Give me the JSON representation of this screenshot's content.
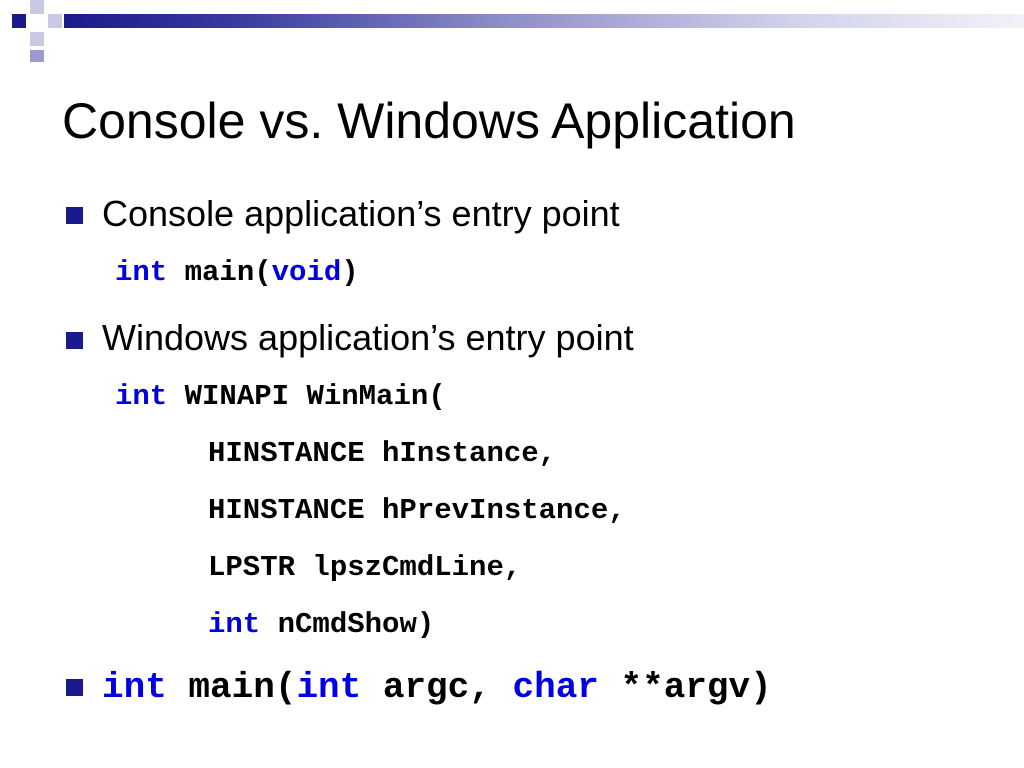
{
  "colors": {
    "accent": "#1a1a8c",
    "keyword": "#0000e0",
    "text": "#000000"
  },
  "slide": {
    "title": "Console vs. Windows Application",
    "bullet1": {
      "text": "Console application’s entry point",
      "code": {
        "kw_int": "int",
        "t1": " main(",
        "kw_void": "void",
        "t2": ")"
      }
    },
    "bullet2": {
      "text": "Windows application’s entry point",
      "code": {
        "line1_kw": "int",
        "line1_rest": " WINAPI WinMain(",
        "line2": "HINSTANCE hInstance,",
        "line3": "HINSTANCE hPrevInstance,",
        "line4": "LPSTR lpszCmdLine,",
        "line5_kw": "int",
        "line5_rest": " nCmdShow)"
      }
    },
    "bullet3": {
      "kw_int1": "int",
      "t1": " main(",
      "kw_int2": "int",
      "t2": " argc, ",
      "kw_char": "char",
      "t3": " **argv)"
    }
  }
}
